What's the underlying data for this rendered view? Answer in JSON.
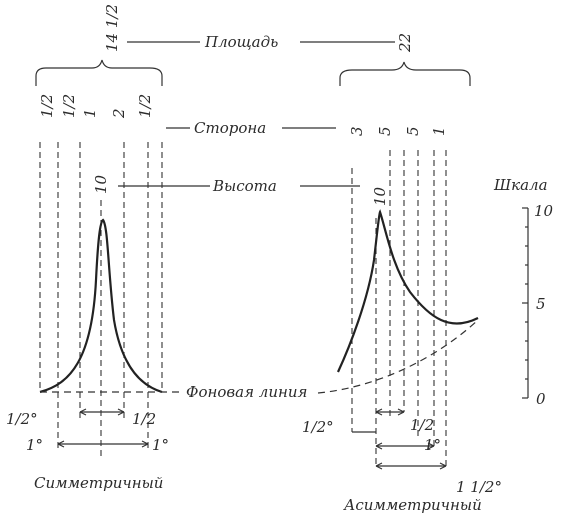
{
  "labels": {
    "area": "Площадь",
    "side": "Сторона",
    "height": "Высота",
    "scale": "Шкала",
    "baseline": "Фоновая линия",
    "symmetric": "Симметричный",
    "asymmetric": "Асимметричный"
  },
  "symmetric": {
    "area": "14 1/2",
    "sides": [
      "1/2",
      "1/2",
      "1",
      "2",
      "1/2"
    ],
    "height": "10",
    "half_left": "1/2°",
    "half_right": "1/2",
    "full_left": "1°",
    "full_right": "1°"
  },
  "asymmetric": {
    "area": "22",
    "sides": [
      "3",
      "5",
      "5",
      "1"
    ],
    "height": "10",
    "half_left": "1/2°",
    "half_right": "1/2",
    "full": "1°",
    "onehalf": "1 1/2°"
  },
  "scale": {
    "ticks": [
      "10",
      "5",
      "0"
    ]
  }
}
